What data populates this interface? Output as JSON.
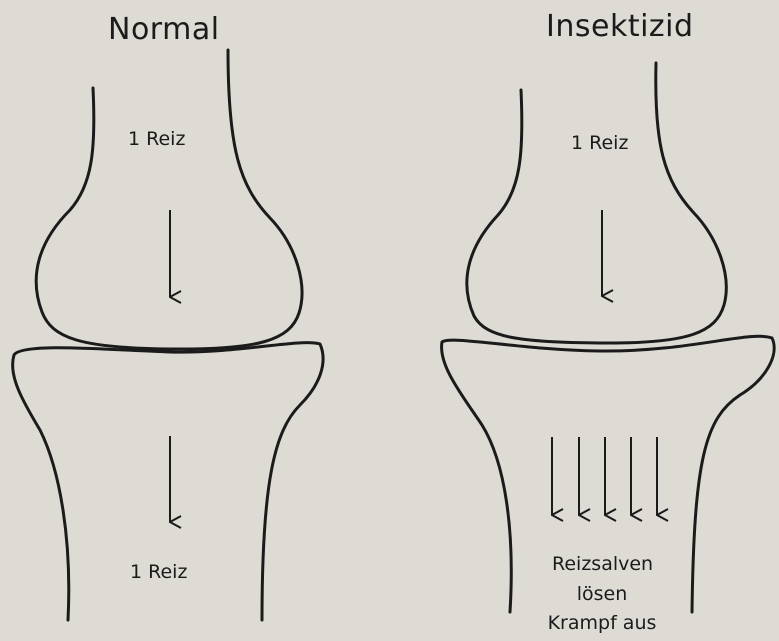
{
  "panels": {
    "normal": {
      "title": "Normal",
      "top_label": "1 Reiz",
      "bottom_label": "1 Reiz"
    },
    "insecticide": {
      "title": "Insektizid",
      "top_label": "1 Reiz",
      "bottom_label_lines": [
        "Reizsalven",
        "lösen",
        "Krampf  aus"
      ]
    }
  },
  "colors": {
    "paper": "#dddbd4",
    "ink": "#1b1b1b"
  }
}
